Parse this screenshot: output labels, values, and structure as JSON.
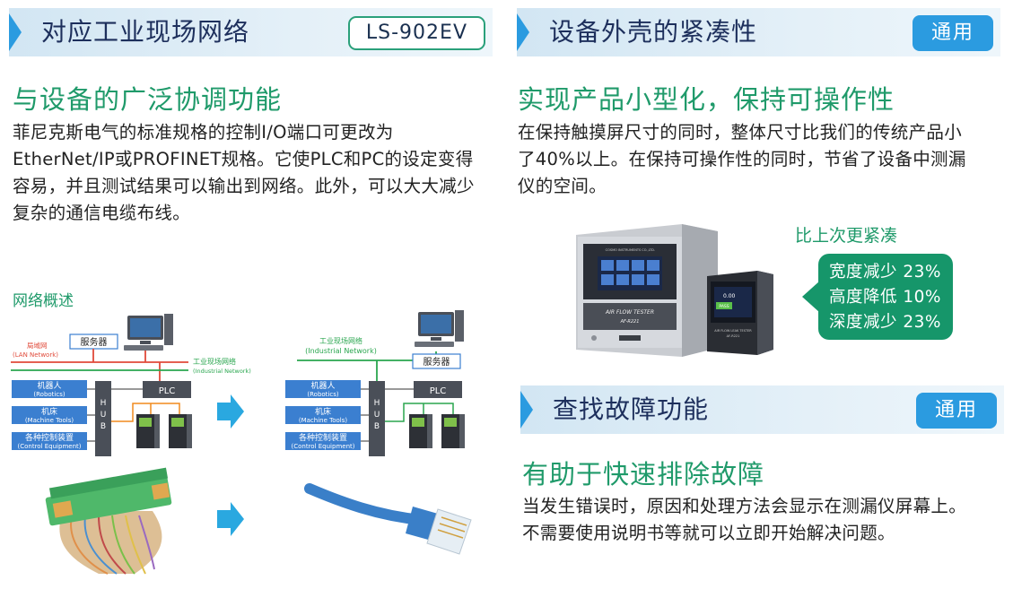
{
  "section1": {
    "title": "对应工业现场网络",
    "badge": "LS-902EV",
    "subtitle": "与设备的广泛协调功能",
    "paragraph": [
      "菲尼克斯电气的标准规格的控制I/O端口可更改为",
      "EtherNet/IP或PROFINET规格。它使PLC和PC的设定变得",
      "容易，并且测试结果可以输出到网络。此外，可以大大减少",
      "复杂的通信电缆布线。"
    ],
    "diagram_title": "网络概述",
    "diagram_before": {
      "lan_label": "局域网",
      "lan_label_en": "(LAN Network)",
      "industrial_label": "工业现场网络",
      "industrial_label_en": "(Industrial Network)",
      "server": "服务器",
      "plc": "PLC",
      "hub": [
        "H",
        "U",
        "B"
      ],
      "devices": [
        {
          "name": "机器人",
          "en": "(Robotics)"
        },
        {
          "name": "机床",
          "en": "(Machine Tools)"
        },
        {
          "name": "各种控制装置",
          "en": "(Control Equipment)"
        }
      ]
    },
    "diagram_after": {
      "industrial_label": "工业现场网络",
      "industrial_label_en": "(Industrial Network)",
      "server": "服务器",
      "plc": "PLC",
      "hub": [
        "H",
        "U",
        "B"
      ],
      "devices": [
        {
          "name": "机器人",
          "en": "(Robotics)"
        },
        {
          "name": "机床",
          "en": "(Machine Tools)"
        },
        {
          "name": "各种控制装置",
          "en": "(Control Equipment)"
        }
      ]
    }
  },
  "section2": {
    "title": "设备外壳的紧凑性",
    "badge": "通用",
    "subtitle": "实现产品小型化，保持可操作性",
    "paragraph": [
      "在保持触摸屏尺寸的同时，整体尺寸比我们的传统产品小",
      "了40%以上。在保持可操作性的同时，节省了设备中测漏",
      "仪的空间。"
    ],
    "compact_label": "比上次更紧凑",
    "reductions": [
      "宽度减少 23%",
      "高度降低 10%",
      "深度减少 23%"
    ],
    "device_large": {
      "brand": "COSMO INSTRUMENTS CO.,LTD.",
      "line1": "AIR FLOW TESTER",
      "line2": "AF-R221"
    },
    "device_small": {
      "line1": "AIR FLOW LEAK TESTER",
      "line2": "AF-R221",
      "readout": "0.00",
      "pass": "PASS"
    }
  },
  "section3": {
    "title": "查找故障功能",
    "badge": "通用",
    "subtitle": "有助于快速排除故障",
    "paragraph": [
      "当发生错误时，原因和处理方法会显示在测漏仪屏幕上。",
      "不需要使用说明书等就可以立即开始解决问题。"
    ]
  },
  "colors": {
    "accent_green": "#1f9a6a",
    "title_navy": "#1d2f5c",
    "header_blue": "#2b9be0",
    "lan_red": "#e04a3a",
    "industrial_green": "#2aa64f",
    "device_blue": "#3b7fd0",
    "arrow_cyan": "#2aa8e0"
  }
}
